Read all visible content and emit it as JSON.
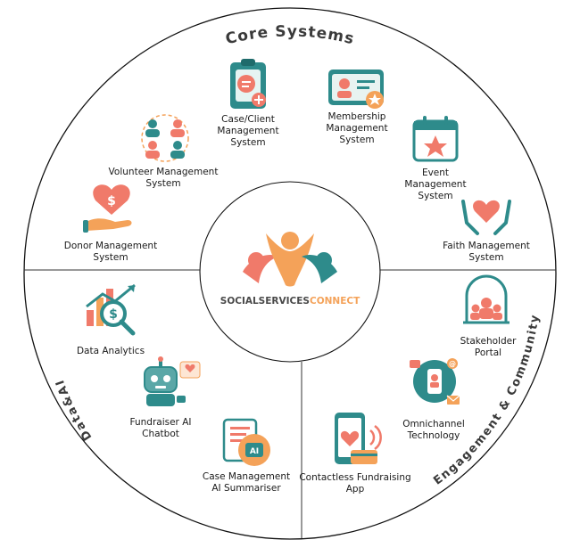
{
  "logo": {
    "brand_part1": "SOCIALSERVICES",
    "brand_part2": "CONNECT",
    "colors": {
      "coral": "#F07A6A",
      "orange": "#F4A259",
      "teal": "#2E8B8B",
      "gray_text": "#4A4A4A"
    }
  },
  "sections": {
    "core": "Core Systems",
    "data": "Data&AI",
    "engagement": "Engagement & Community"
  },
  "modules": [
    {
      "id": "volunteer",
      "label": "Volunteer Management\nSystem",
      "icon": "volunteer-group-icon"
    },
    {
      "id": "case-client",
      "label": "Case/Client\nManagement\nSystem",
      "icon": "clipboard-chat-icon"
    },
    {
      "id": "membership",
      "label": "Membership\nManagement\nSystem",
      "icon": "id-card-badge-icon"
    },
    {
      "id": "event",
      "label": "Event\nManagement\nSystem",
      "icon": "calendar-star-icon"
    },
    {
      "id": "donor",
      "label": "Donor Management\nSystem",
      "icon": "hand-heart-dollar-icon"
    },
    {
      "id": "faith",
      "label": "Faith Management\nSystem",
      "icon": "praying-hands-heart-icon"
    },
    {
      "id": "data-analytics",
      "label": "Data Analytics",
      "icon": "chart-magnifier-dollar-icon"
    },
    {
      "id": "stakeholder",
      "label": "Stakeholder\nPortal",
      "icon": "portal-people-icon"
    },
    {
      "id": "fundraiser-ai",
      "label": "Fundraiser AI\nChatbot",
      "icon": "robot-chat-icon"
    },
    {
      "id": "omnichannel",
      "label": "Omnichannel\nTechnology",
      "icon": "phone-network-icon"
    },
    {
      "id": "case-ai",
      "label": "Case Management\nAI Summariser",
      "icon": "document-ai-brain-icon"
    },
    {
      "id": "contactless",
      "label": "Contactless Fundraising\nApp",
      "icon": "phone-card-contactless-icon"
    }
  ]
}
